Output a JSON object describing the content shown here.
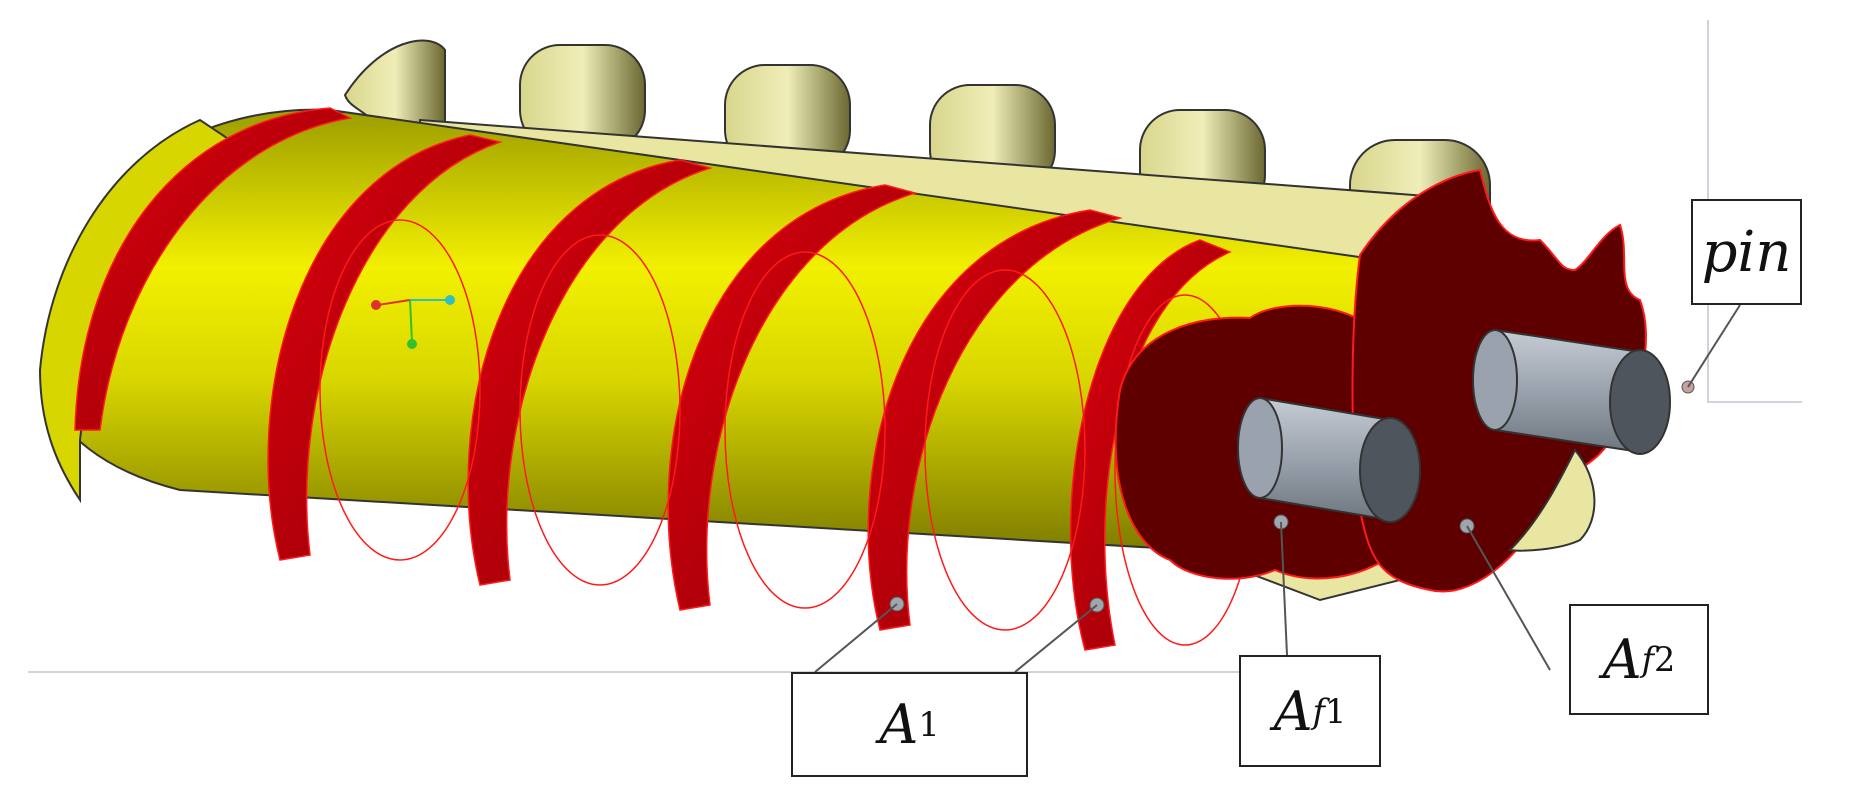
{
  "labels": {
    "pin": "pin",
    "a1": {
      "main": "A",
      "sub": "1"
    },
    "af1": {
      "main": "A",
      "sub_italic": "f",
      "sub": "1"
    },
    "af2": {
      "main": "A",
      "sub_italic": "f",
      "sub": "2"
    }
  },
  "colors": {
    "flight_red": "#c8000a",
    "flight_dark": "#8a0008",
    "shaft_yellow": "#e6e400",
    "housing": "#e8e6a0",
    "cutaway": "#5e0000",
    "pin": "#9aa2ad",
    "frame_line": "#cfd4dc"
  }
}
